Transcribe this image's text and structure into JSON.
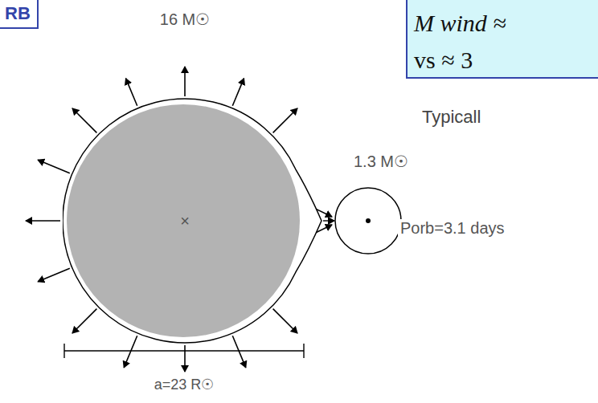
{
  "diagram": {
    "nodes": [
      {
        "text": [
          "RB"
        ]
      },
      {
        "text": [
          "M wind ≈",
          "vs ≈ 3"
        ]
      },
      {
        "text": [
          "16 M☉",
          "×"
        ]
      },
      {
        "text": [
          "1.3 M☉"
        ]
      }
    ],
    "edges": [
      {
        "from": 2,
        "to": 3,
        "arrow": "to"
      }
    ],
    "labels": [
      "Typicall",
      "Porb=3.1 days",
      "a=23 R☉"
    ]
  }
}
